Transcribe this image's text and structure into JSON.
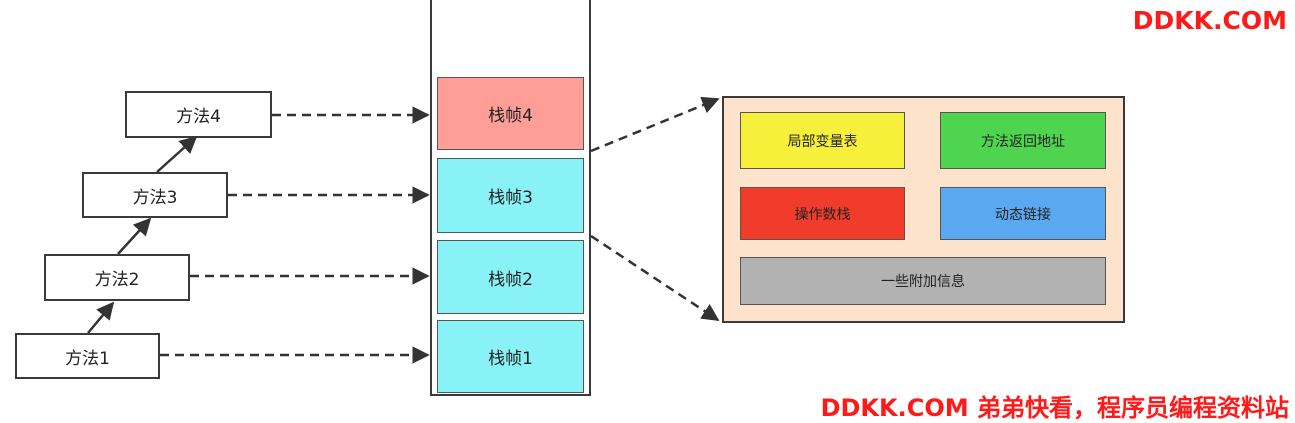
{
  "methods": [
    "方法1",
    "方法2",
    "方法3",
    "方法4"
  ],
  "frames": [
    "栈帧1",
    "栈帧2",
    "栈帧3",
    "栈帧4"
  ],
  "frame_details": {
    "local_vars": "局部变量表",
    "return_address": "方法返回地址",
    "operand_stack": "操作数栈",
    "dynamic_link": "动态链接",
    "extra_info": "一些附加信息"
  },
  "colors": {
    "frame_top": "#ff9e96",
    "frame_normal": "#88f2f7",
    "detail_bg": "#fde3cb",
    "local_vars": "#f7f03a",
    "return_address": "#4fd44f",
    "operand_stack": "#f23c2b",
    "dynamic_link": "#5aa8ef",
    "extra_info": "#b2b2b2",
    "watermark": "#ff1a1a"
  },
  "watermarks": {
    "top_right": "DDKK.COM",
    "bottom_right": "DDKK.COM 弟弟快看，程序员编程资料站"
  }
}
